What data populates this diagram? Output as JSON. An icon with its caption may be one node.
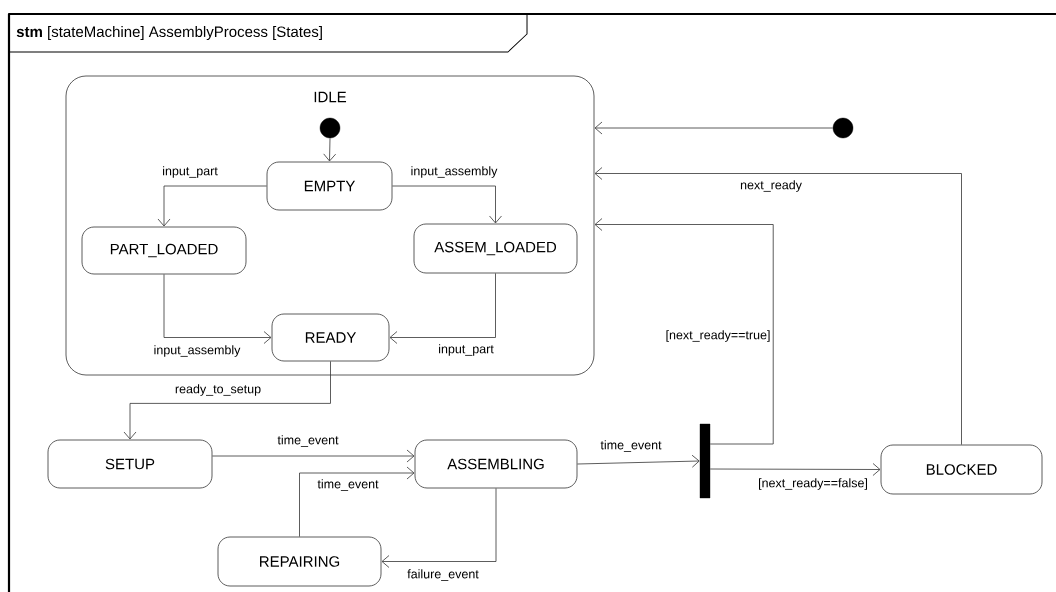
{
  "diagram": {
    "title": "**stm** [stateMachine] AssemblyProcess [States]",
    "nodes": [
      {
        "text": [
          "IDLE"
        ]
      },
      {
        "text": [],
        "shape": "circle",
        "in": 0
      },
      {
        "text": [
          "EMPTY"
        ],
        "in": 0
      },
      {
        "text": [
          "PART_LOADED"
        ],
        "in": 0
      },
      {
        "text": [
          "ASSEM_LOADED"
        ],
        "in": 0
      },
      {
        "text": [
          "READY"
        ],
        "in": 0
      },
      {
        "text": [],
        "shape": "circle"
      },
      {
        "text": [
          "SETUP"
        ]
      },
      {
        "text": [
          "ASSEMBLING"
        ]
      },
      {
        "text": [],
        "shape": "bar"
      },
      {
        "text": [
          "BLOCKED"
        ]
      },
      {
        "text": [
          "REPAIRING"
        ]
      }
    ],
    "edges": [
      {
        "from": 1,
        "to": 2,
        "arrow": "to"
      },
      {
        "from": 2,
        "to": 3,
        "arrow": "to",
        "label": "input_part"
      },
      {
        "from": 2,
        "to": 4,
        "arrow": "to",
        "label": "input_assembly"
      },
      {
        "from": 3,
        "to": 5,
        "arrow": "to",
        "label": "input_assembly"
      },
      {
        "from": 4,
        "to": 5,
        "arrow": "to",
        "label": "input_part"
      },
      {
        "from": 5,
        "to": 7,
        "arrow": "to",
        "label": "ready_to_setup"
      },
      {
        "from": 6,
        "to": 0,
        "arrow": "to"
      },
      {
        "from": 10,
        "to": 0,
        "arrow": "to",
        "label": "next_ready"
      },
      {
        "from": 9,
        "to": 0,
        "arrow": "to",
        "label": "[next_ready==true]"
      },
      {
        "from": 7,
        "to": 8,
        "arrow": "to",
        "label": "time_event"
      },
      {
        "from": 11,
        "to": 8,
        "arrow": "to",
        "label": "time_event"
      },
      {
        "from": 8,
        "to": 11,
        "arrow": "to",
        "label": "failure_event"
      },
      {
        "from": 8,
        "to": 9,
        "arrow": "to",
        "label": "time_event"
      },
      {
        "from": 9,
        "to": 10,
        "arrow": "to",
        "label": "[next_ready==false]"
      }
    ]
  }
}
